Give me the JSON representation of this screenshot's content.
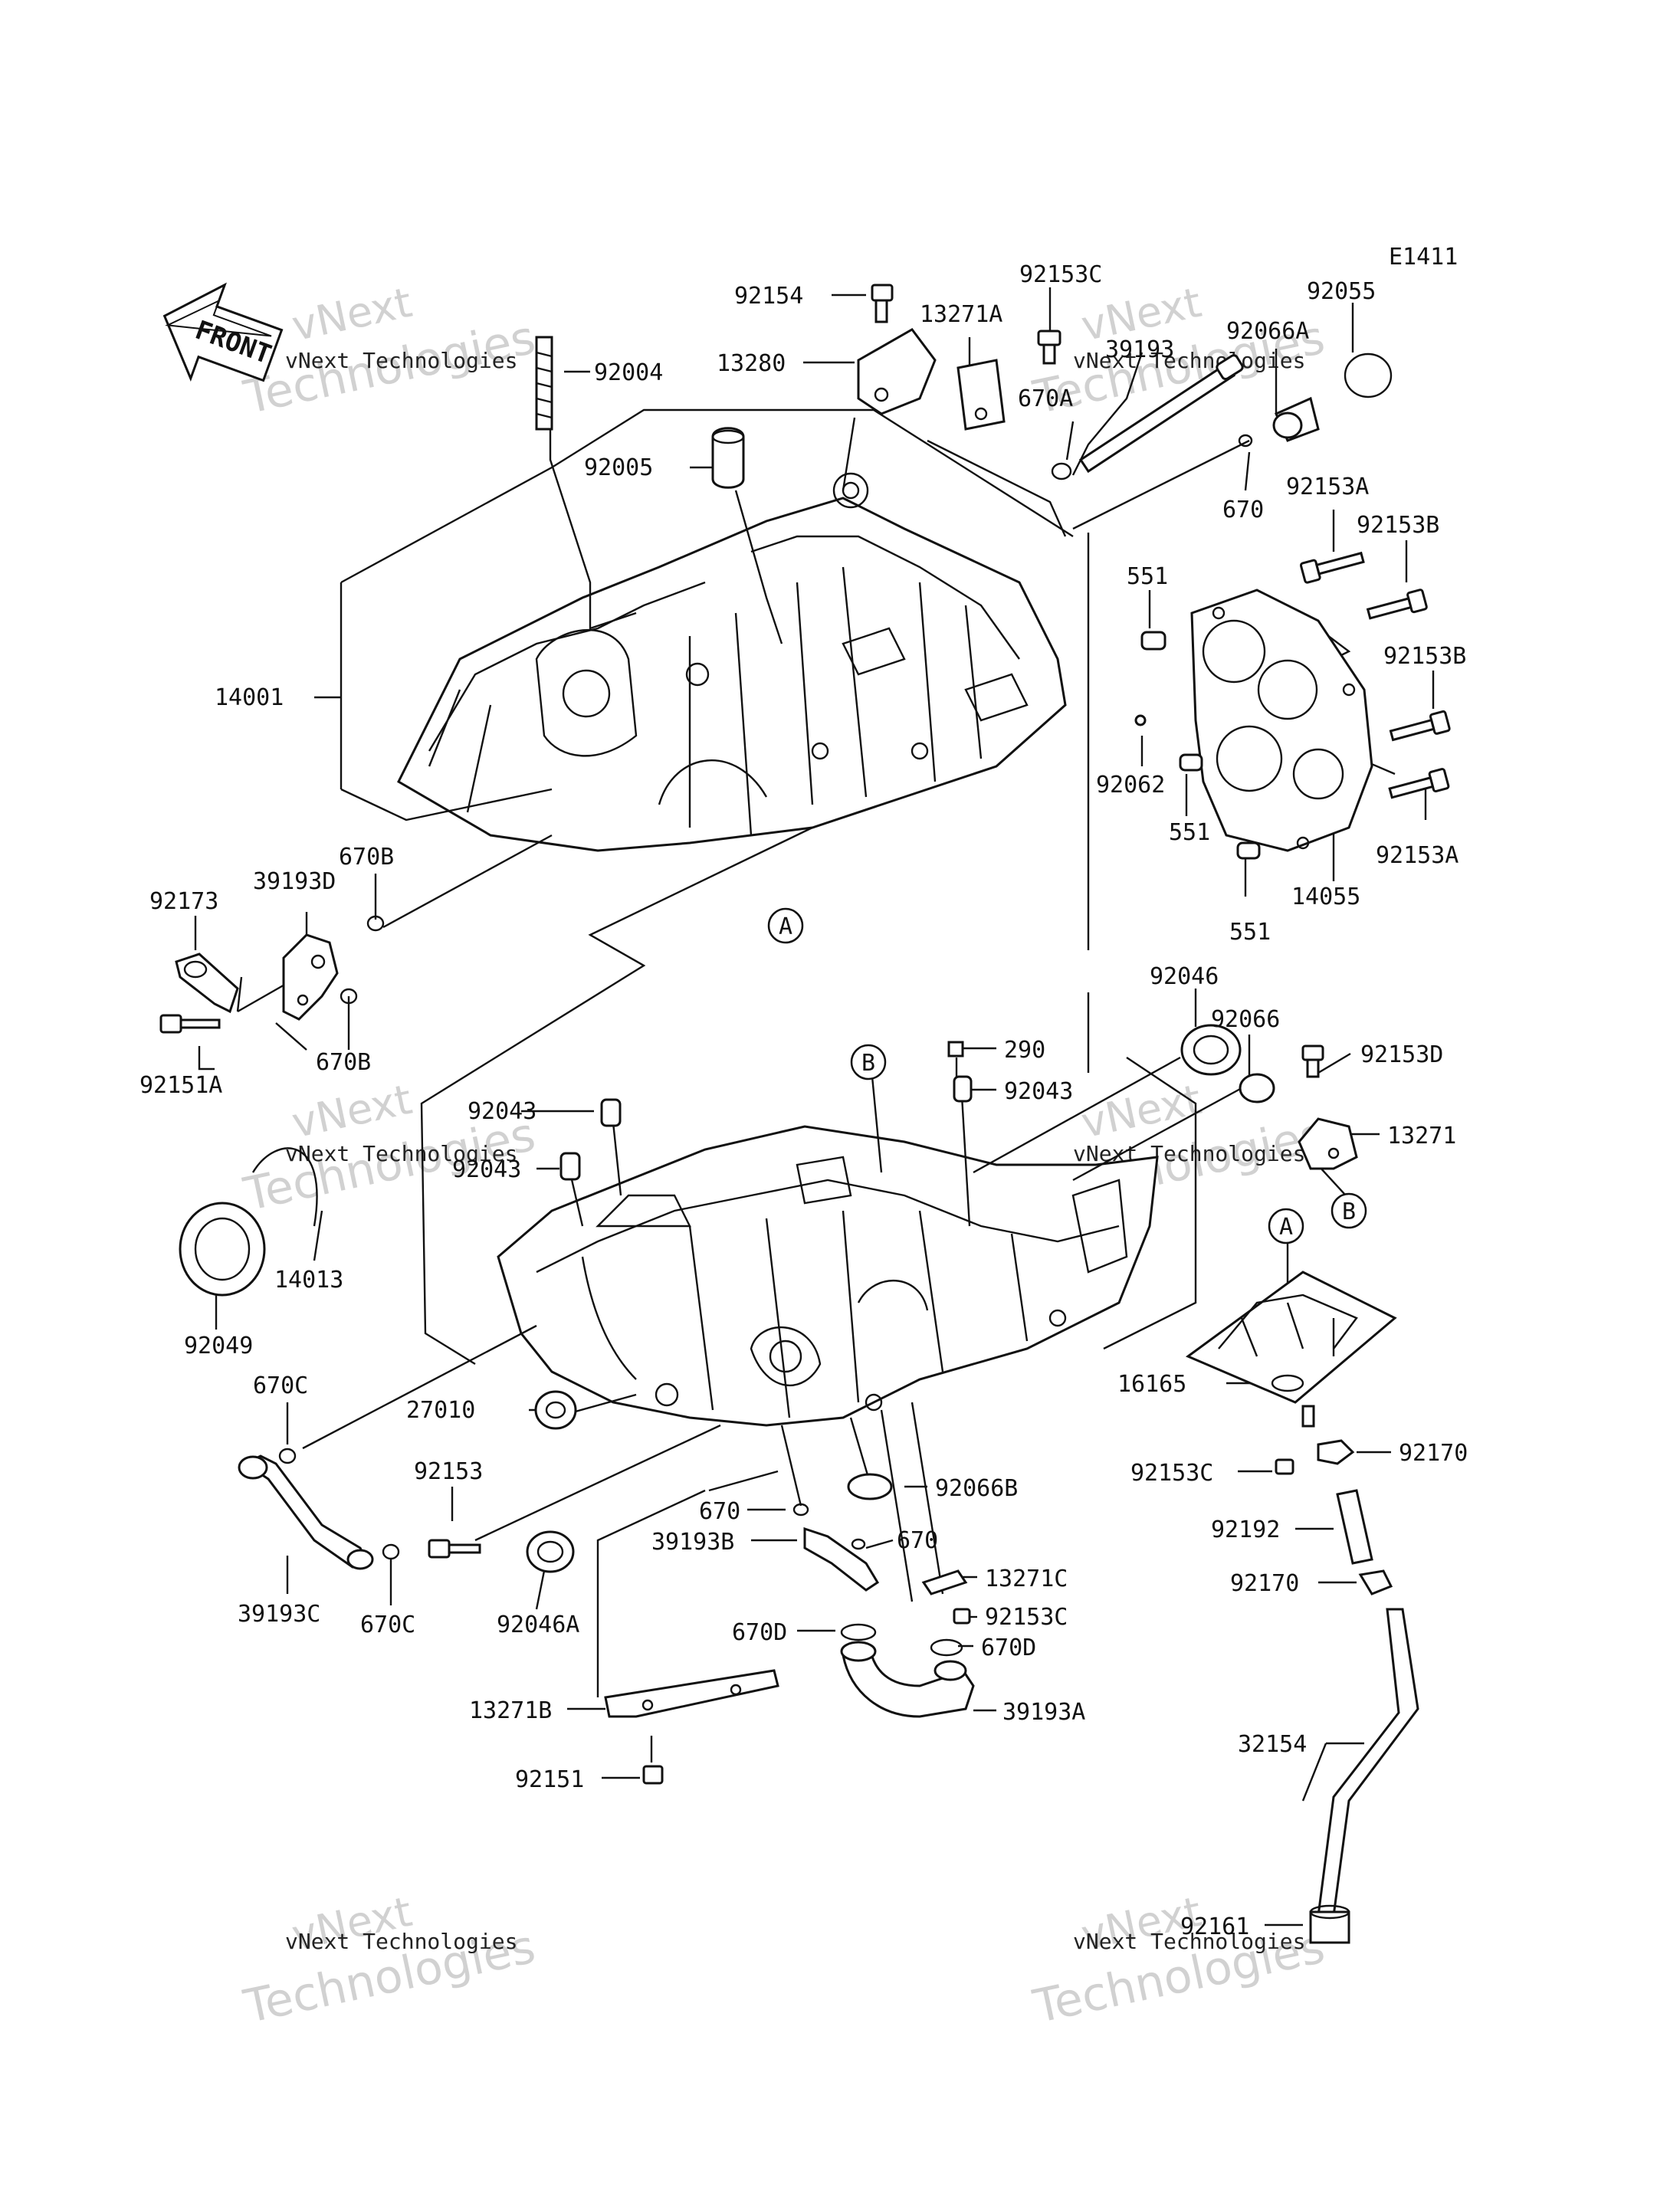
{
  "diagram_code": "E1411",
  "front_arrow_label": "FRONT",
  "watermark": {
    "brand": "vNext",
    "word": "Technologies",
    "small": "vNext Technologies"
  },
  "refs": {
    "A": "A",
    "B": "B"
  },
  "labels": {
    "p92154": "92154",
    "p13271A": "13271A",
    "p92153C_top": "92153C",
    "p39193": "39193",
    "p92066A": "92066A",
    "p92055": "92055",
    "p92004": "92004",
    "p13280": "13280",
    "p670A": "670A",
    "p92005": "92005",
    "p670_top": "670",
    "p92153A_top": "92153A",
    "p92153B_top": "92153B",
    "p551_a": "551",
    "p14001": "14001",
    "p92153B_mid": "92153B",
    "p92062": "92062",
    "p551_b": "551",
    "p92153A_mid": "92153A",
    "p14055": "14055",
    "p551_c": "551",
    "p670B_top": "670B",
    "p39193D": "39193D",
    "p92173": "92173",
    "p92151A": "92151A",
    "p670B_bot": "670B",
    "p92046": "92046",
    "p92066": "92066",
    "p290": "290",
    "p92043_a": "92043",
    "p92153D": "92153D",
    "p92043_b": "92043",
    "p92043_c": "92043",
    "p13271": "13271",
    "p14013": "14013",
    "p92049": "92049",
    "p670C_top": "670C",
    "p16165": "16165",
    "p27010": "27010",
    "p92153": "92153",
    "p92066B": "92066B",
    "p92153C_mid": "92153C",
    "p92170_a": "92170",
    "p670_mid": "670",
    "p39193B": "39193B",
    "p670_right": "670",
    "p92192": "92192",
    "p39193C": "39193C",
    "p670C_bot": "670C",
    "p92046A": "92046A",
    "p13271C": "13271C",
    "p92170_b": "92170",
    "p92153C_low": "92153C",
    "p670D_a": "670D",
    "p670D_b": "670D",
    "p13271B": "13271B",
    "p39193A": "39193A",
    "p32154": "32154",
    "p92151": "92151",
    "p92161": "92161"
  }
}
